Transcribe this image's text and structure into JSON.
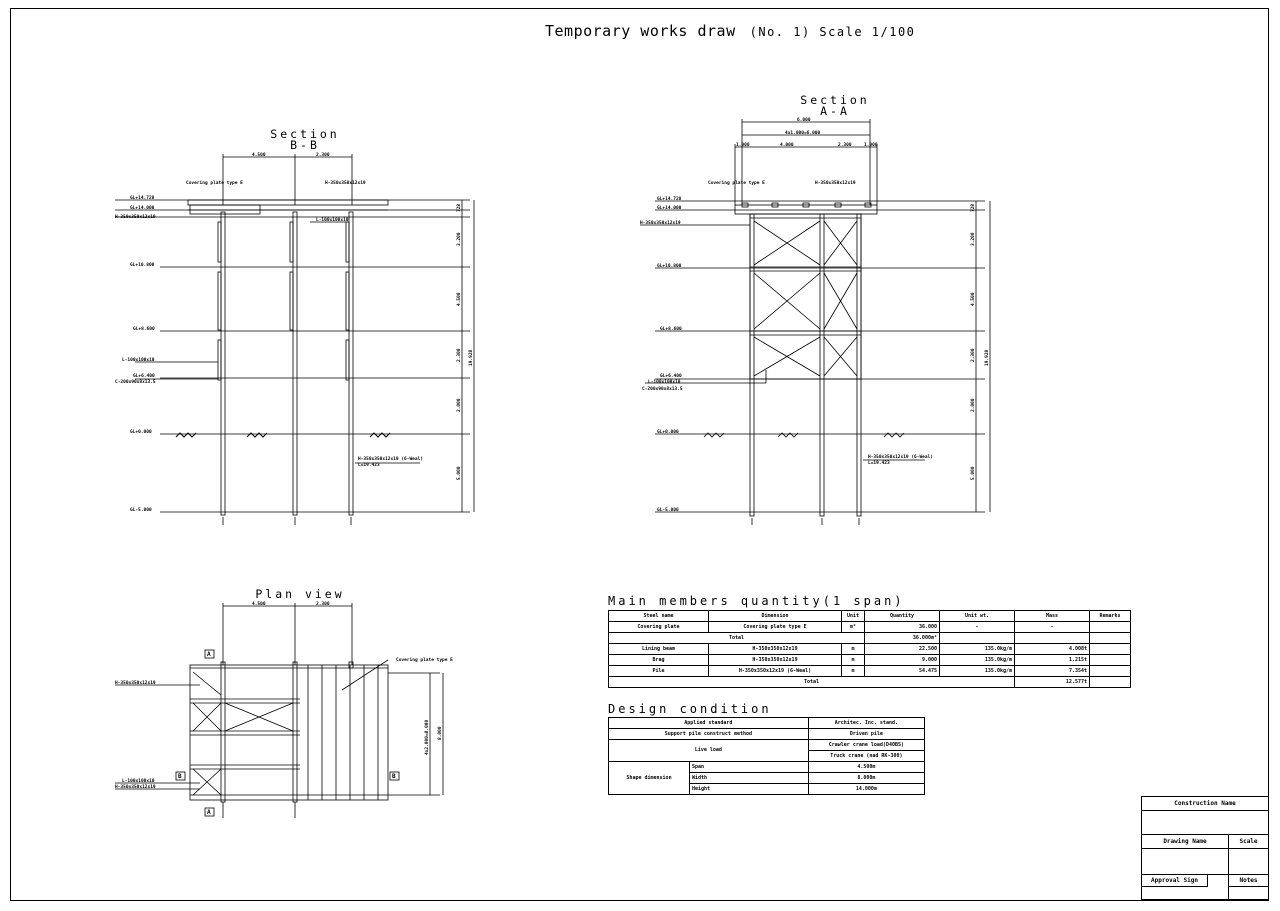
{
  "title": {
    "main": "Temporary works draw",
    "sub": "(No. 1)  Scale  1/100"
  },
  "section_bb": {
    "title1": "Section",
    "title2": "B-B",
    "dims_top": [
      "4.500",
      "2.300"
    ],
    "covering_label": "Covering plate type E",
    "h_label_top": "H-350x350x12x19",
    "levels": [
      "GL+14.728",
      "GL+14.000",
      "GL+10.800",
      "GL+8.600",
      "GL+6.400",
      "GL+0.000",
      "GL-5.000"
    ],
    "left_labels": [
      "H-350x350x12x19",
      "L-100x100x10",
      "C-200x90x8x13.5"
    ],
    "right_label_mid": "L-100x100x10",
    "pile_label": "H-350x350x12x19 (6-Weal)",
    "pile_length": "L=19.423",
    "right_dims": [
      "728",
      "3.200",
      "4.500",
      "2.300",
      "2.000",
      "5.000",
      "19.928"
    ]
  },
  "section_aa": {
    "title1": "Section",
    "title2": "A-A",
    "dims_top": [
      "6.000",
      "4x1.000=6.000",
      "1.000",
      "4.000",
      "2.300",
      "1.000"
    ],
    "covering_label": "Covering plate type E",
    "h_label_top": "H-350x350x12x19",
    "levels": [
      "GL+14.728",
      "GL+14.000",
      "GL+10.800",
      "GL+8.600",
      "GL+6.400",
      "GL+0.000",
      "GL-5.000"
    ],
    "left_labels": [
      "H-350x350x12x19",
      "L-100x100x10",
      "C-200x90x8x13.5"
    ],
    "pile_label": "H-350x350x12x19 (6-Weal)",
    "pile_length": "L=19.423",
    "right_dims": [
      "728",
      "3.200",
      "4.500",
      "2.300",
      "2.000",
      "5.000",
      "19.928"
    ]
  },
  "plan": {
    "title": "Plan view",
    "dims_top": [
      "4.500",
      "2.300"
    ],
    "covering_label": "Covering plate type E",
    "left_labels": [
      "H-350x350x12x19",
      "L-100x100x10",
      "H-350x350x12x19"
    ],
    "dims_right": [
      "4x2.000=8.000",
      "8.000"
    ],
    "markers": [
      "A",
      "B",
      "B",
      "A"
    ]
  },
  "quantity": {
    "title": "Main members quantity(1 span)",
    "headers": [
      "Steel name",
      "Dimension",
      "Unit",
      "Quantity",
      "Unit wt.",
      "Mass",
      "Remarks"
    ],
    "rows": [
      [
        "Covering plate",
        "Covering plate type E",
        "m²",
        "36.000",
        "-",
        "-",
        ""
      ],
      [
        "Lining beam",
        "H-350x350x12x19",
        "m",
        "22.500",
        "135.0kg/m",
        "4.008t",
        ""
      ],
      [
        "Brag",
        "H-350x350x12x19",
        "m",
        "9.000",
        "135.0kg/m",
        "1.215t",
        ""
      ],
      [
        "Pile",
        "H-350x350x12x19 (6-Weal)",
        "m",
        "54.475",
        "135.0kg/m",
        "7.354t",
        ""
      ]
    ],
    "total_label": "Total",
    "total_area": "36.000m²",
    "total_mass": "12.577t"
  },
  "design": {
    "title": "Design condition",
    "rows": [
      [
        "Applied standard",
        "Architec. Inc. stand."
      ],
      [
        "Support pile construct method",
        "Driven pile"
      ]
    ],
    "live_load_label": "Live load",
    "live_loads": [
      "Crawler crane load(D40BS)",
      "Truck crane (nad RK-300)"
    ],
    "shape_label": "Shape dimension",
    "shape_rows": [
      [
        "Span",
        "4.500m"
      ],
      [
        "Width",
        "8.000m"
      ],
      [
        "Height",
        "14.000m"
      ]
    ]
  },
  "title_block": {
    "construction": "Construction Name",
    "drawing": "Drawing Name",
    "scale": "Scale",
    "approval": "Approval Sign",
    "notes": "Notes"
  }
}
